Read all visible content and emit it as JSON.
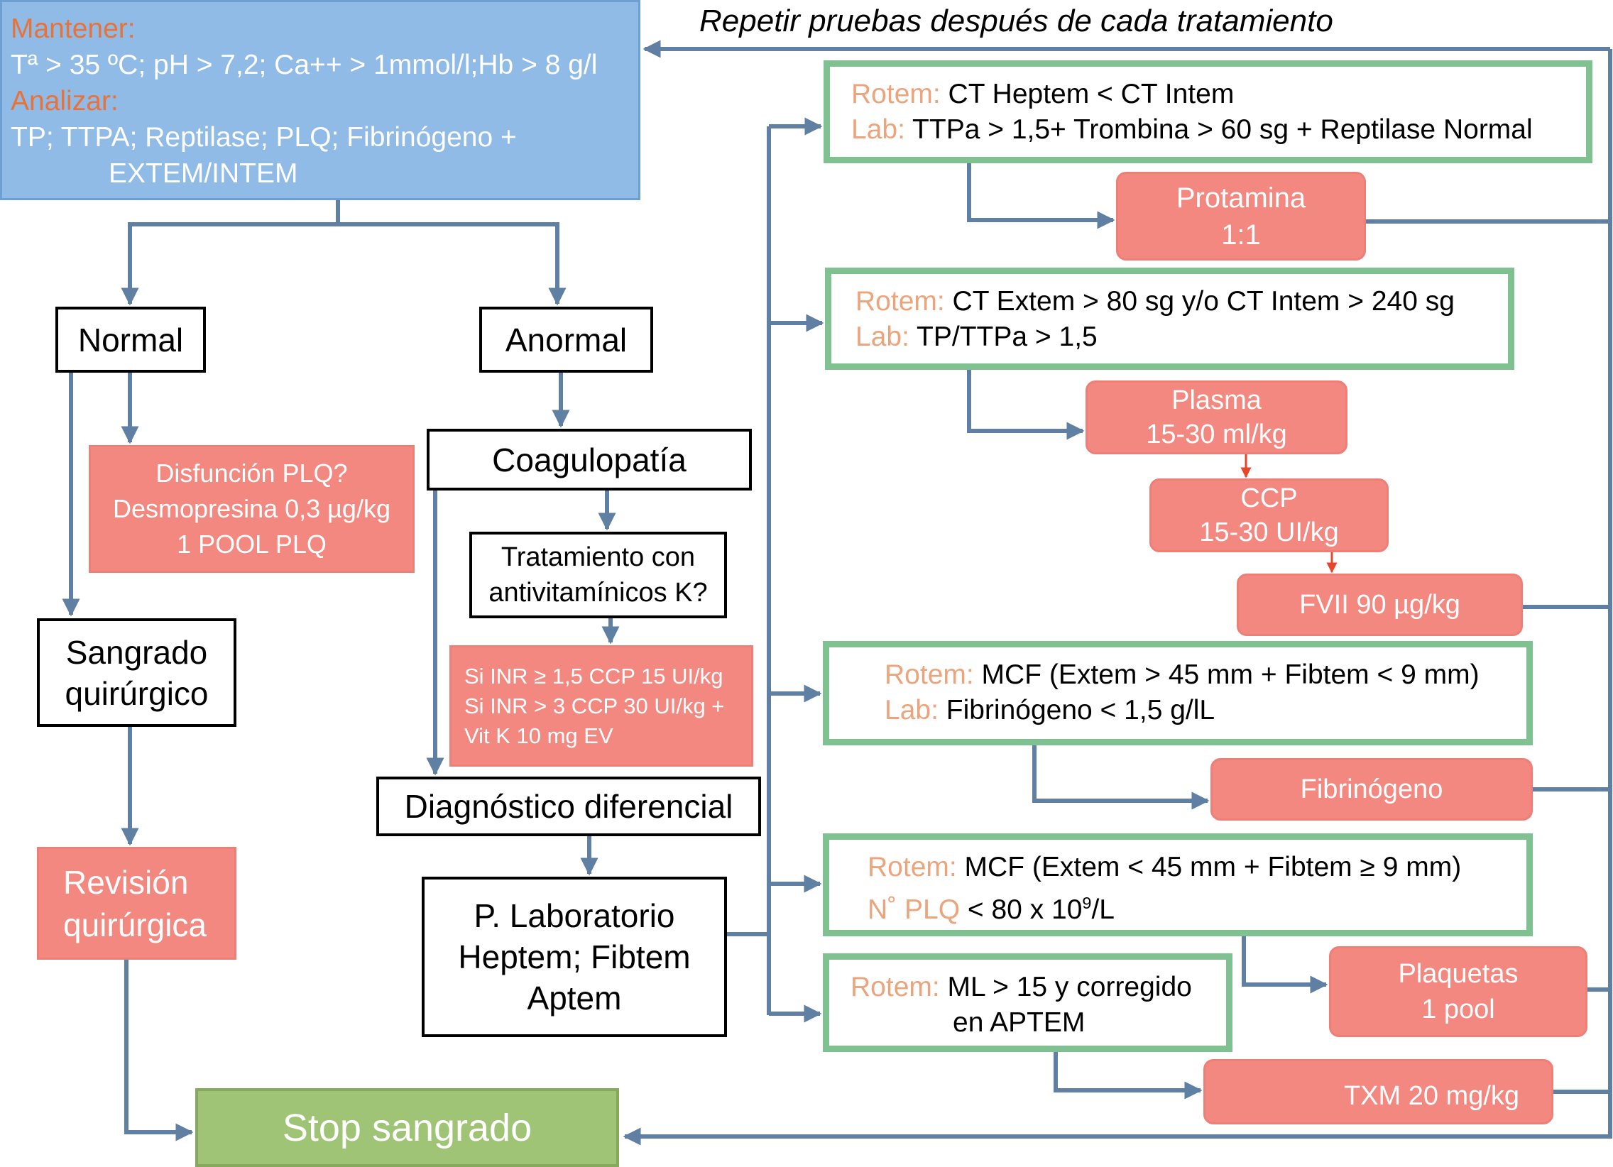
{
  "title": "Repetir pruebas después de cada tratamiento",
  "top_box": {
    "maintain_label": "Mantener:",
    "maintain_text": "Tª > 35 ºC; pH > 7,2; Ca++ > 1mmol/l;Hb > 8 g/l",
    "analyze_label": "Analizar:",
    "analyze_line1": "TP; TTPA; Reptilase; PLQ; Fibrinógeno +",
    "analyze_line2": "EXTEM/INTEM"
  },
  "left_branch": {
    "normal": "Normal",
    "platelet_dysfunction": [
      "Disfunción PLQ?",
      "Desmopresina 0,3 µg/kg",
      "1 POOL PLQ"
    ],
    "surgical_bleeding": [
      "Sangrado",
      "quirúrgico"
    ],
    "surgical_revision": [
      "Revisión",
      "quirúrgica"
    ]
  },
  "middle_branch": {
    "abnormal": "Anormal",
    "coagulopathy": "Coagulopatía",
    "avk_question": [
      "Tratamiento con",
      "antivitamínicos K?"
    ],
    "inr_treatment": [
      "Si INR ≥ 1,5 CCP 15 UI/kg",
      "Si INR > 3 CCP 30 UI/kg +",
      "Vit K 10 mg EV"
    ],
    "differential": "Diagnóstico diferencial",
    "lab_tests": [
      "P. Laboratorio",
      "Heptem; Fibtem",
      "Aptem"
    ]
  },
  "criteria": [
    {
      "line1_label": "Rotem:",
      "line1_text": "CT Heptem < CT Intem",
      "line2_label": "Lab:",
      "line2_text": "TTPa > 1,5+ Trombina > 60 sg + Reptilase Normal"
    },
    {
      "line1_label": "Rotem:",
      "line1_text": "CT Extem > 80 sg y/o CT Intem > 240 sg",
      "line2_label": "Lab:",
      "line2_text": "TP/TTPa > 1,5"
    },
    {
      "line1_label": "Rotem:",
      "line1_text": "MCF (Extem > 45 mm + Fibtem < 9 mm)",
      "line2_label": "Lab:",
      "line2_text": "Fibrinógeno < 1,5 g/lL"
    },
    {
      "line1_label": "Rotem:",
      "line1_text": "MCF (Extem < 45 mm + Fibtem ≥ 9 mm)",
      "line2_label": "N˚ PLQ",
      "line2_text": " < 80 x 10",
      "line2_sup": "9",
      "line2_tail": "/L"
    },
    {
      "line1_label": "Rotem:",
      "line1_text": " ML > 15 y corregido",
      "line2_label": "",
      "line2_text": "en APTEM"
    }
  ],
  "treatments": {
    "protamine": [
      "Protamina",
      "1:1"
    ],
    "plasma": [
      "Plasma",
      "15-30 ml/kg"
    ],
    "ccp": [
      "CCP",
      "15-30 UI/kg"
    ],
    "fvii": "FVII 90 µg/kg",
    "fibrinogen": "Fibrinógeno",
    "platelets": [
      "Plaquetas",
      "1 pool"
    ],
    "txm": "TXM 20 mg/kg"
  },
  "stop": "Stop sangrado",
  "colors": {
    "connector": "#5f7fa3",
    "treatment_red": "#f28880",
    "criteria_green": "#7fc190",
    "header_blue": "#8fbbe6",
    "stop_green": "#9fc475",
    "label_orange": "#e7733a",
    "red_arrow": "#e8462b"
  }
}
